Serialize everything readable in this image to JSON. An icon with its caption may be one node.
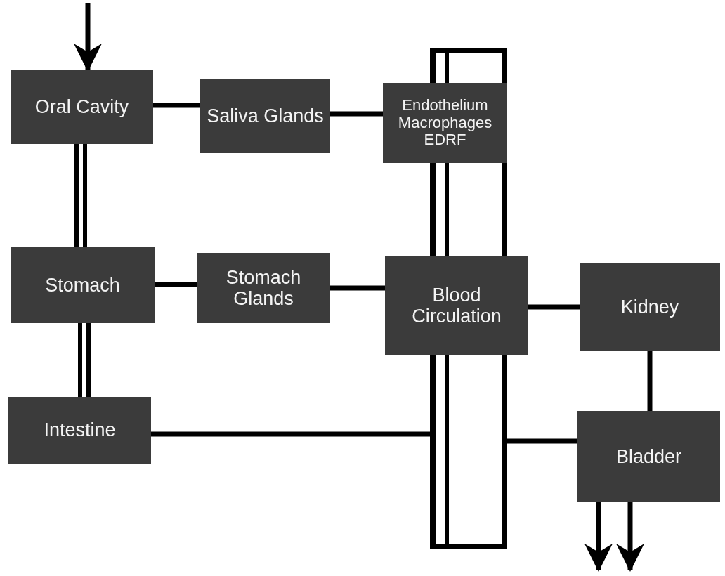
{
  "diagram": {
    "nodes": [
      {
        "text": [
          "Oral Cavity"
        ]
      },
      {
        "text": [
          "Saliva Glands"
        ]
      },
      {
        "text": [
          "Endothelium Macrophages EDRF"
        ]
      },
      {
        "text": [
          "Stomach"
        ]
      },
      {
        "text": [
          "Stomach Glands"
        ]
      },
      {
        "text": [
          "Blood Circulation"
        ]
      },
      {
        "text": [
          "Kidney"
        ]
      },
      {
        "text": [
          "Intestine"
        ]
      },
      {
        "text": [
          "Bladder"
        ]
      },
      {
        "text": [],
        "shape": "box"
      }
    ],
    "edges": [
      {
        "from": null,
        "to": 0,
        "arrow": "to"
      },
      {
        "from": 0,
        "to": 1,
        "arrow": "none"
      },
      {
        "from": 1,
        "to": 2,
        "arrow": "none"
      },
      {
        "from": 0,
        "to": 3,
        "arrow": "none",
        "style": "thick"
      },
      {
        "from": 3,
        "to": 4,
        "arrow": "none"
      },
      {
        "from": 4,
        "to": 5,
        "arrow": "none"
      },
      {
        "from": 5,
        "to": 6,
        "arrow": "none"
      },
      {
        "from": 3,
        "to": 7,
        "arrow": "none",
        "style": "thick"
      },
      {
        "from": 7,
        "to": 9,
        "arrow": "none"
      },
      {
        "from": 9,
        "to": 8,
        "arrow": "none"
      },
      {
        "from": 6,
        "to": 8,
        "arrow": "none"
      },
      {
        "from": 8,
        "to": null,
        "arrow": "to"
      },
      {
        "from": 8,
        "to": null,
        "arrow": "to"
      }
    ]
  }
}
